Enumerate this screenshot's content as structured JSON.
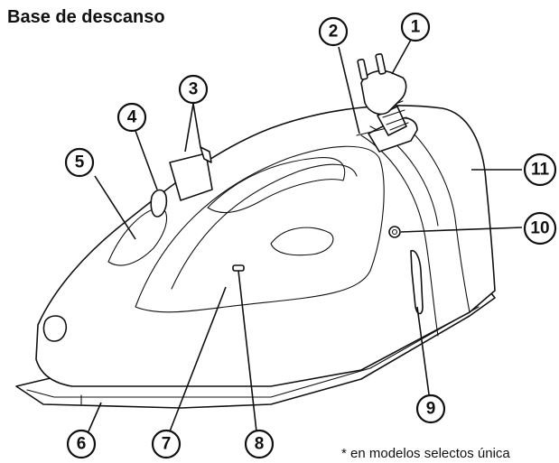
{
  "title": "Base de descanso",
  "footnote": "* en modelos selectos única",
  "callouts": [
    {
      "n": "1"
    },
    {
      "n": "2"
    },
    {
      "n": "3"
    },
    {
      "n": "4"
    },
    {
      "n": "5"
    },
    {
      "n": "6"
    },
    {
      "n": "7"
    },
    {
      "n": "8"
    },
    {
      "n": "9"
    },
    {
      "n": "10"
    },
    {
      "n": "11"
    }
  ]
}
